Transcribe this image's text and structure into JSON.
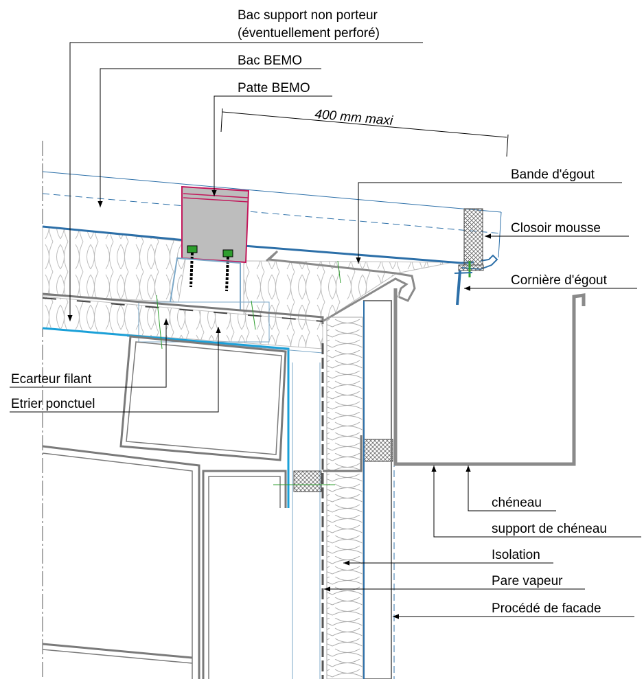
{
  "labels": {
    "bac_support_line1": "Bac support non porteur",
    "bac_support_line2": "(éventuellement perforé)",
    "bac_bemo": "Bac BEMO",
    "patte_bemo": "Patte BEMO",
    "dimension": "400 mm maxi",
    "bande_egout": "Bande d'égout",
    "closoir_mousse": "Closoir mousse",
    "corniere_egout": "Cornière d'égout",
    "ecarteur_filant": "Ecarteur filant",
    "etrier_ponctuel": "Etrier ponctuel",
    "cheneau": "chéneau",
    "support_cheneau": "support de chéneau",
    "isolation": "Isolation",
    "pare_vapeur": "Pare vapeur",
    "procede_facade": "Procédé de facade"
  },
  "colors": {
    "steel_blue": "#2c6fa8",
    "cyan": "#1aa0d8",
    "magenta": "#c2185b",
    "grey": "#7a7a7a",
    "green": "#2e9e2e",
    "bracket_fill": "#bdbdbd"
  }
}
